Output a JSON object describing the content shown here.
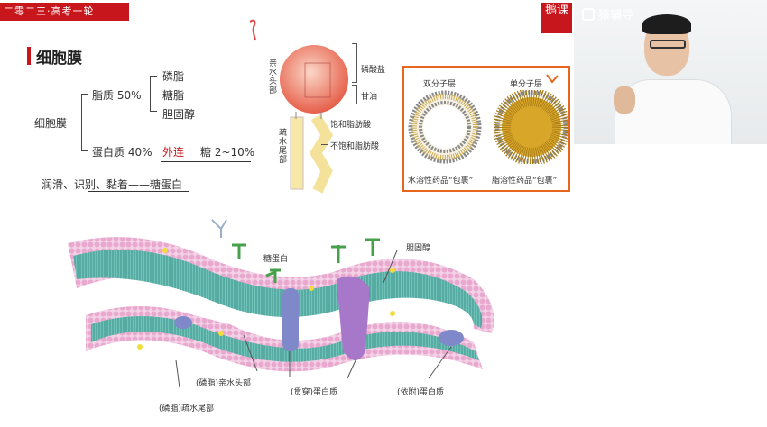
{
  "header": {
    "banner_text": "二零二三·高考一轮",
    "logo_text": "鹅课",
    "watermark_text": "猿辅导"
  },
  "slide": {
    "title": "细胞膜",
    "outline": {
      "root": "细胞膜",
      "lipid": "脂质 50%",
      "lipid_items": [
        "磷脂",
        "糖脂",
        "胆固醇"
      ],
      "protein": "蛋白质 40%",
      "outer": "外连",
      "sugar": "糖 2~10%",
      "function": "润滑、识别、黏着——糖蛋白"
    },
    "phospholipid": {
      "head_label": "亲水头部",
      "tail_label": "疏水尾部",
      "phosphate": "磷酸盐",
      "glycerol": "甘油",
      "saturated": "饱和脂肪酸",
      "unsaturated": "不饱和脂肪酸"
    },
    "liposome": {
      "bilayer_title": "双分子层",
      "monolayer_title": "单分子层",
      "bilayer_caption": "水溶性药品“包裹”",
      "monolayer_caption": "脂溶性药品“包裹”"
    },
    "membrane": {
      "glycoprotein": "糖蛋白",
      "cholesterol": "胆固醇",
      "head_label": "(磷脂)亲水头部",
      "tail_label": "(磷脂)疏水尾部",
      "transmembrane": "(贯穿)蛋白质",
      "peripheral": "(依附)蛋白质"
    }
  },
  "colors": {
    "brand_red": "#c8161d",
    "highlight_orange": "#e8651e",
    "lipid_pink": "#e9a9cf",
    "tail_teal": "#5fb8b0",
    "protein_purple": "#9a6fc4"
  }
}
